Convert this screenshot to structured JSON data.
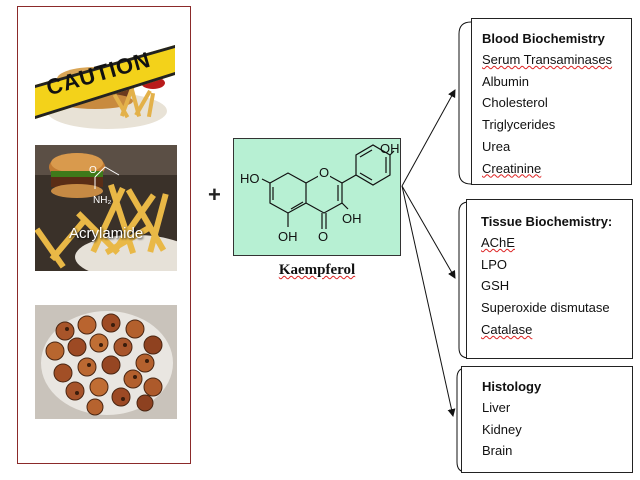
{
  "images": {
    "caution_tape_text": "CAUTION",
    "acrylamide_label": "Acrylamide",
    "acrylamide_nh2": "NH₂",
    "acrylamide_o": "O"
  },
  "plus_sign": "+",
  "compound": {
    "name": "Kaempferol",
    "atoms": {
      "oh_top": "OH",
      "ho_left": "HO",
      "oh_mid": "OH",
      "oh_bottom": "OH",
      "ring_o": "O",
      "carbonyl_o": "O"
    },
    "box_color": "#b7f0d3"
  },
  "panels": [
    {
      "title": "Blood Biochemistry",
      "items": [
        "Serum Transaminases",
        "Albumin",
        "Cholesterol",
        "Triglycerides",
        "Urea",
        "Creatinine"
      ]
    },
    {
      "title": "Tissue Biochemistry:",
      "items": [
        "AChE",
        "LPO",
        "GSH",
        "Superoxide dismutase",
        "Catalase"
      ]
    },
    {
      "title": "Histology",
      "items": [
        "Liver",
        "Kidney",
        "Brain"
      ]
    }
  ],
  "colors": {
    "left_border": "#8b2a2a",
    "caution_tape": "#f3d21a"
  }
}
